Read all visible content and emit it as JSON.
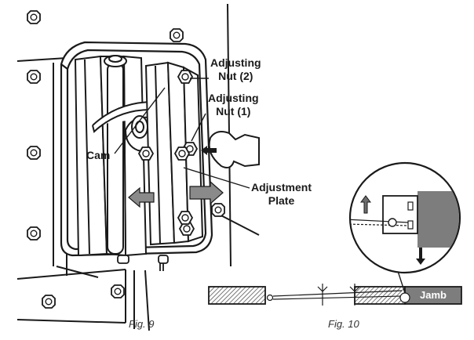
{
  "figure9": {
    "label_adjusting_nut_2_line1": "Adjusting",
    "label_adjusting_nut_2_line2": "Nut (2)",
    "label_adjusting_nut_1_line1": "Adjusting",
    "label_adjusting_nut_1_line2": "Nut (1)",
    "label_cam": "Cam",
    "label_adjustment_plate_line1": "Adjustment",
    "label_adjustment_plate_line2": "Plate",
    "caption": "Fig. 9"
  },
  "figure10": {
    "label_jamb": "Jamb",
    "caption": "Fig. 10"
  },
  "colors": {
    "ink": "#1a1a1a",
    "arrow_gray": "#8a8a8a",
    "jamb_fill": "#7d7d7d",
    "hatch": "#555555"
  }
}
